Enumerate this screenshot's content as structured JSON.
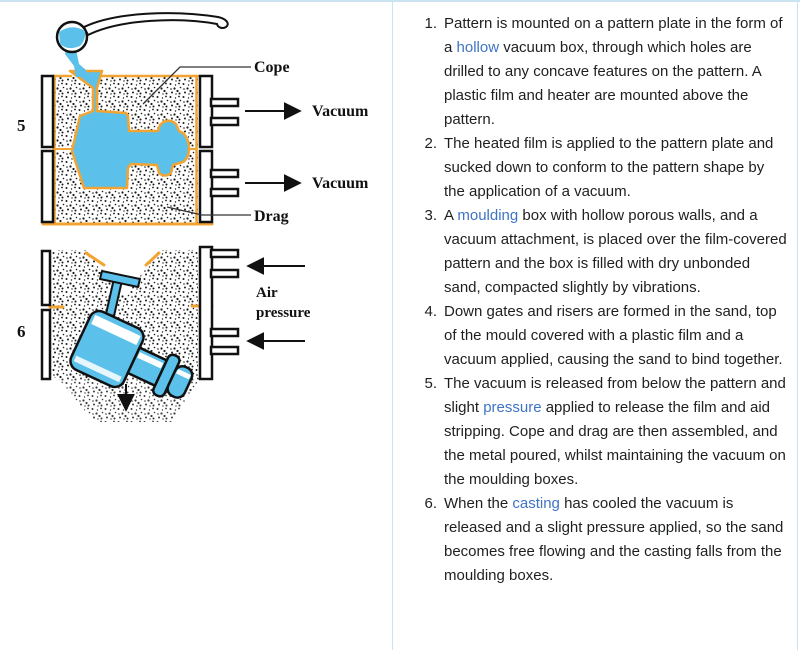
{
  "colors": {
    "metal_blue": "#5bc1ea",
    "film_orange": "#f2a432",
    "link_blue": "#3e74c4",
    "panel_border": "#c9e3f1",
    "body_text": "#1d1f21",
    "sand_dot": "#1a1a1a"
  },
  "diagram": {
    "figure5": {
      "number": "5",
      "labels": {
        "cope": "Cope",
        "vacuum_top": "Vacuum",
        "vacuum_bottom": "Vacuum",
        "drag": "Drag"
      }
    },
    "figure6": {
      "number": "6",
      "labels": {
        "air_line1": "Air",
        "air_line2": "pressure"
      }
    }
  },
  "steps": [
    {
      "number": "1.",
      "segments": [
        {
          "text": "Pattern is mounted on a pattern plate in the form of a "
        },
        {
          "text": "hollow",
          "link": true
        },
        {
          "text": " vacuum box, through which holes are drilled to any concave features on the pattern. A plastic film and heater are mounted above the pattern."
        }
      ]
    },
    {
      "number": "2.",
      "segments": [
        {
          "text": "The heated film is applied to the pattern plate and sucked down to conform to the pattern shape by the application of a vacuum."
        }
      ]
    },
    {
      "number": "3.",
      "segments": [
        {
          "text": "A "
        },
        {
          "text": "moulding",
          "link": true
        },
        {
          "text": " box with hollow porous walls, and a vacuum attachment, is placed over the film-covered pattern and the box is filled with dry unbonded sand, compacted slightly by vibrations."
        }
      ]
    },
    {
      "number": "4.",
      "segments": [
        {
          "text": "Down gates and risers are formed in the sand, top of the mould covered with a plastic film and a vacuum applied, causing the sand to bind together."
        }
      ]
    },
    {
      "number": "5.",
      "segments": [
        {
          "text": "The vacuum is released from below the pattern and slight "
        },
        {
          "text": "pressure",
          "link": true
        },
        {
          "text": " applied to release the film and aid stripping. Cope and drag are then assembled, and the metal poured, whilst maintaining the vacuum on the moulding boxes."
        }
      ]
    },
    {
      "number": "6.",
      "segments": [
        {
          "text": "When the "
        },
        {
          "text": "casting",
          "link": true
        },
        {
          "text": " has cooled the vacuum is released and a slight pressure applied, so the sand becomes free flowing and the casting falls from the moulding boxes."
        }
      ]
    }
  ]
}
